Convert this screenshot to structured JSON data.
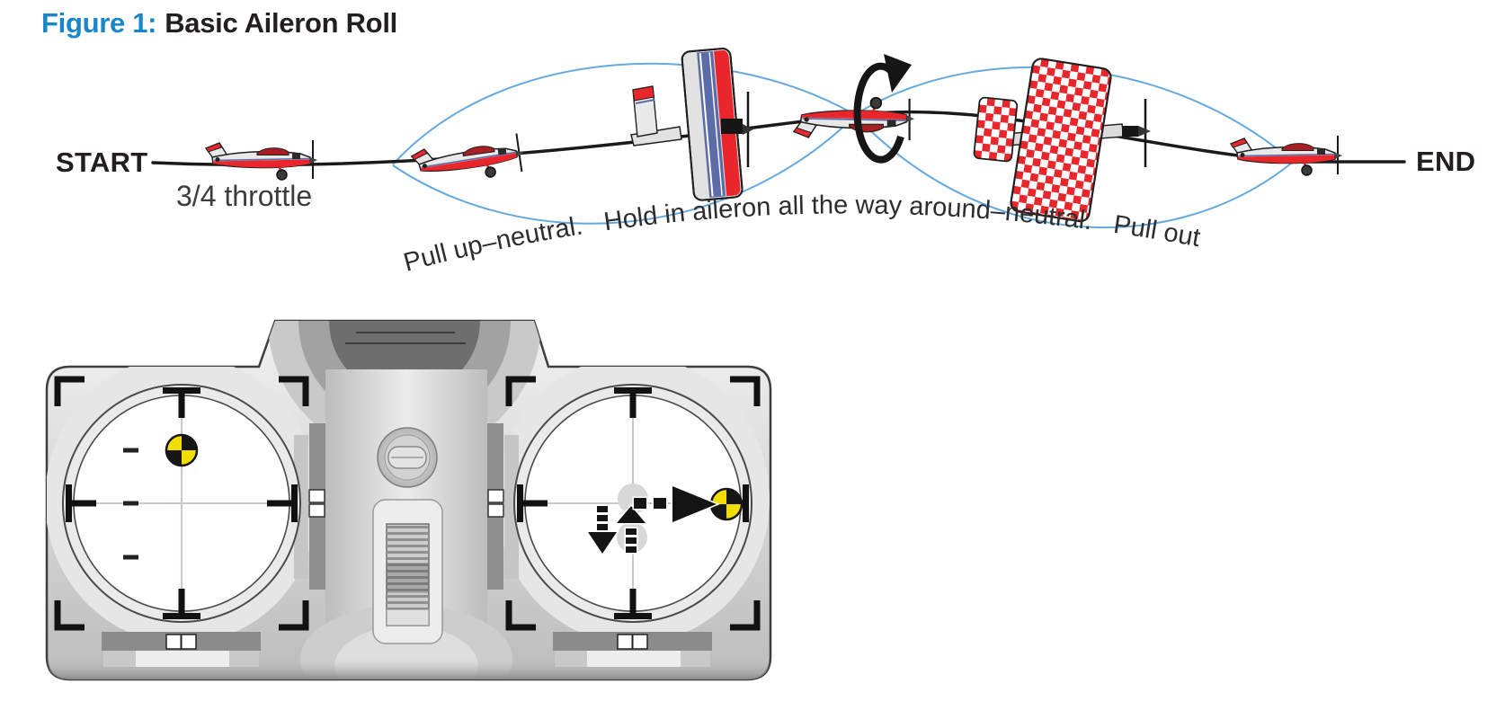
{
  "figure": {
    "label": "Figure 1:",
    "title": "Basic Aileron Roll"
  },
  "flight": {
    "start": "START",
    "end": "END",
    "throttle": "3/4 throttle",
    "instruction": "Pull up–neutral.   Hold in aileron all the way around–neutral.   Pull out",
    "plane_stages": [
      "level-at-start",
      "pull-up",
      "rolling-90-degrees",
      "inverted-180-degrees",
      "rolling-270-degrees",
      "level-at-end"
    ],
    "roll_indicator": "circular-roll-arrow"
  },
  "transmitter": {
    "left_stick": {
      "marker": "throttle-three-quarters-up",
      "scale_ticks": 3
    },
    "right_stick": {
      "marker": "full-right-aileron",
      "arrows": [
        "pull-elevator-down",
        "return-to-neutral-up",
        "aileron-right"
      ]
    }
  },
  "colors": {
    "accent_blue": "#1787c9",
    "text_dark": "#231f20",
    "plane_red": "#e8262c",
    "trim_blue": "#5b6ca8",
    "path_blue": "#66a9de",
    "marker_yellow": "#f1dd00",
    "body_gray": "#d6d6d6"
  }
}
